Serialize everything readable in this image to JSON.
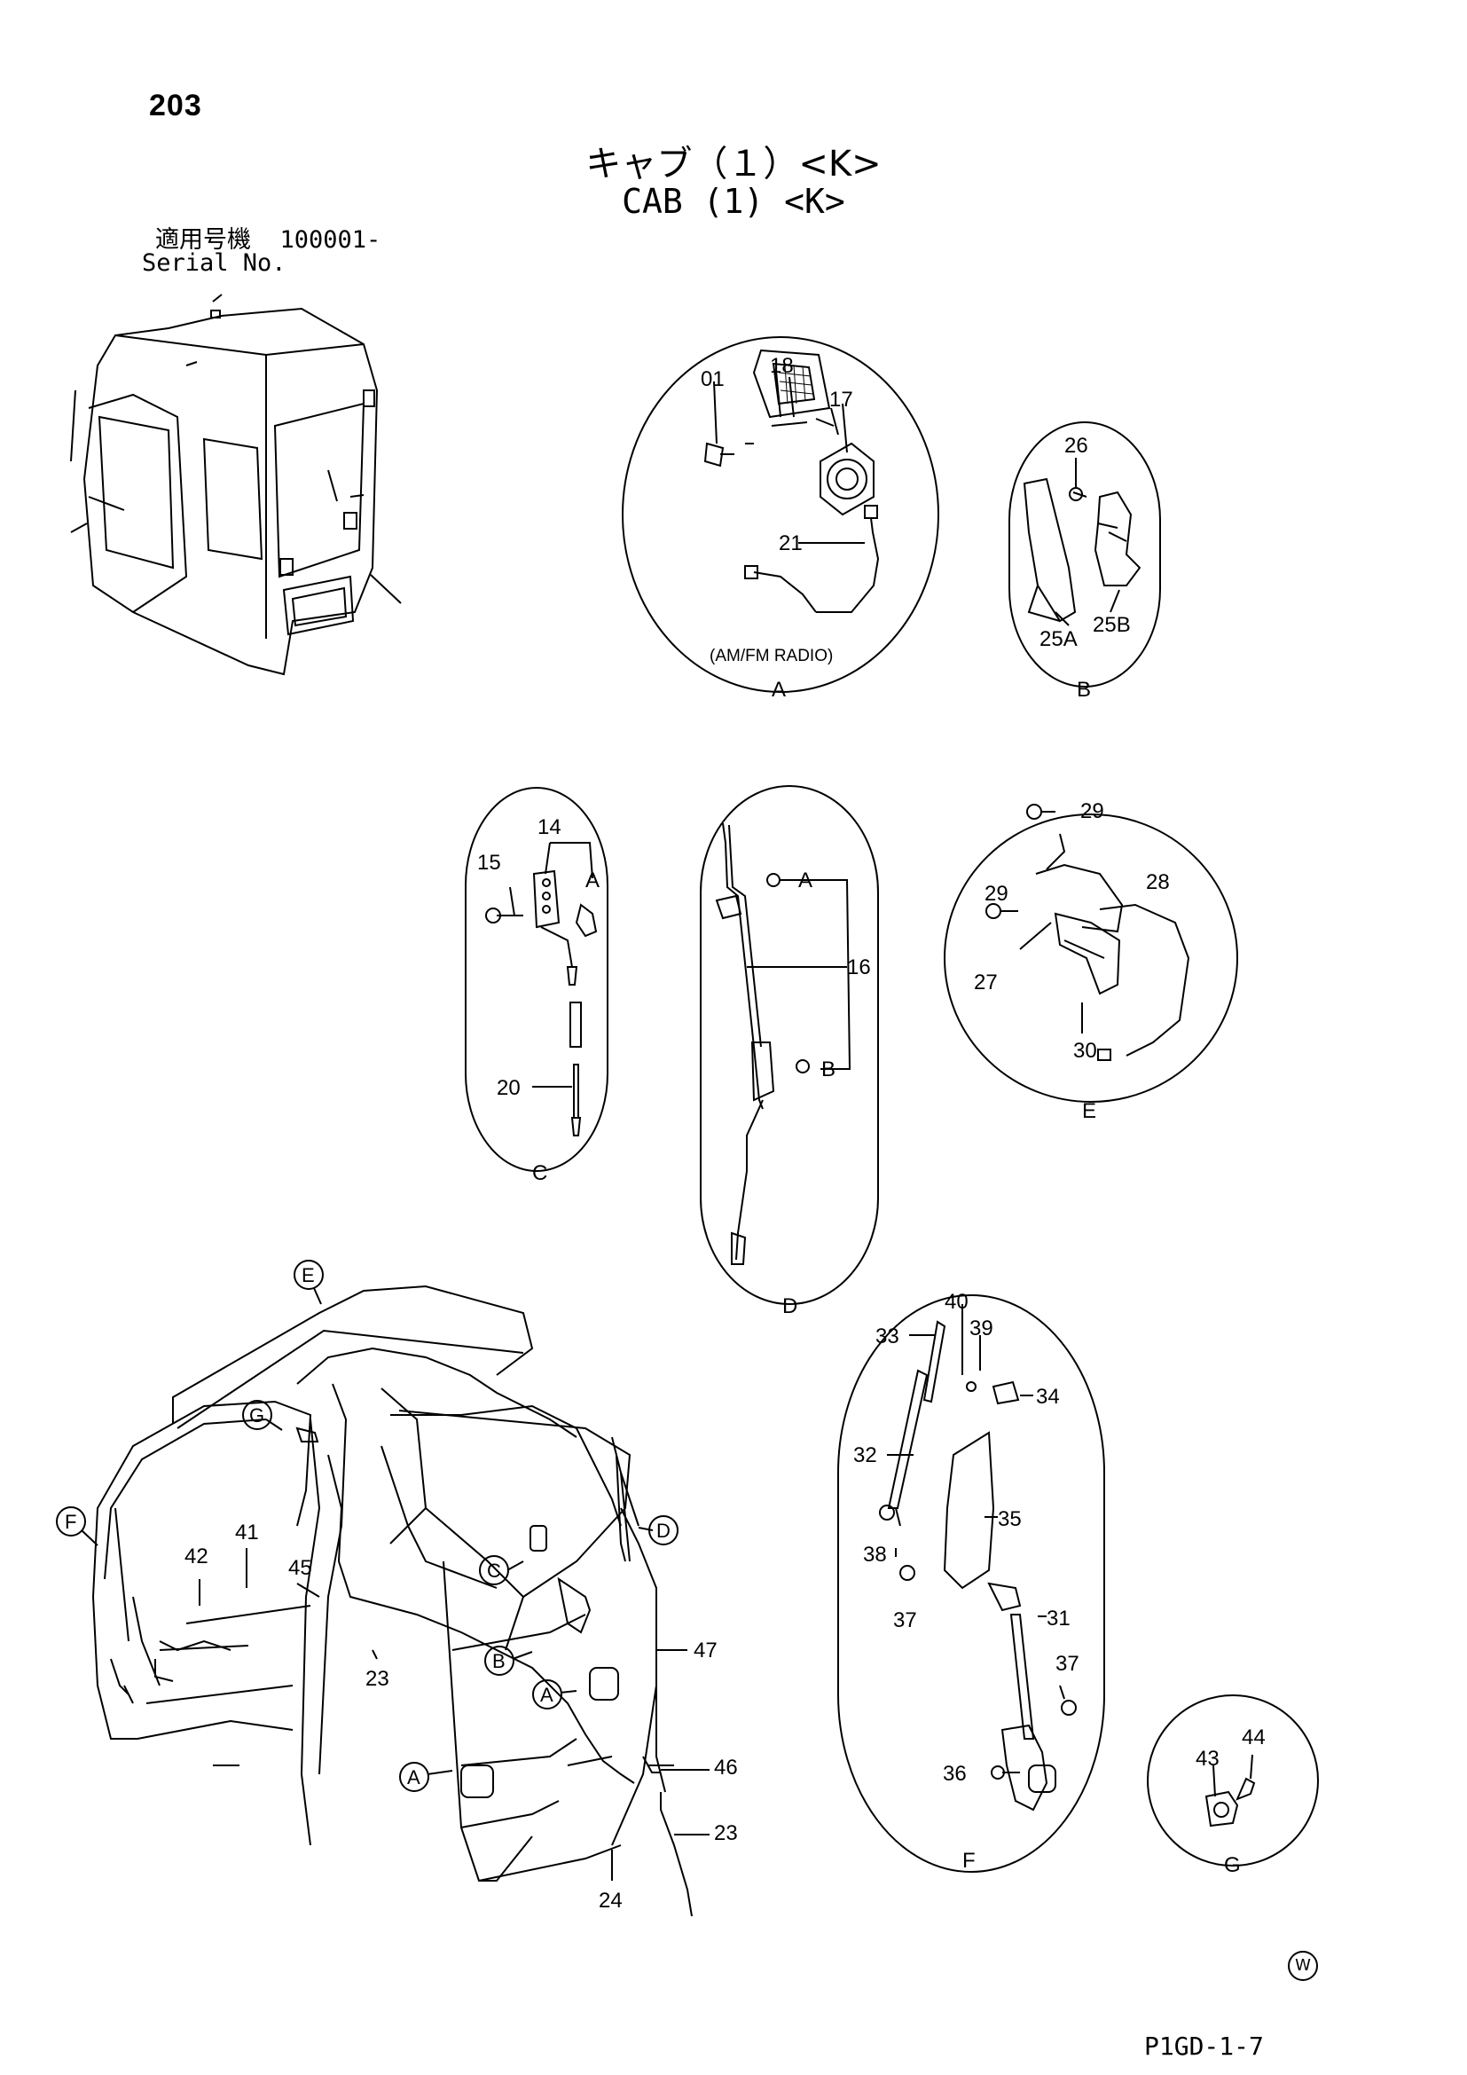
{
  "page_number": "203",
  "title_jp": "キャブ（１）<K>",
  "title_en": "CAB (1) <K>",
  "serial": {
    "label_jp": "適用号機",
    "number": "100001-",
    "label_en": "Serial No."
  },
  "footer_code": "P1GD-1-7",
  "watermark": "W",
  "detail_A": {
    "caption": "(AM/FM RADIO)",
    "letter": "A",
    "parts": [
      "01",
      "18",
      "17",
      "21"
    ]
  },
  "detail_B": {
    "letter": "B",
    "parts": [
      "26",
      "25A",
      "25B"
    ]
  },
  "detail_C": {
    "letter": "C",
    "parts": [
      "14",
      "15",
      "A",
      "20"
    ]
  },
  "detail_D": {
    "letter": "D",
    "parts": [
      "A",
      "16",
      "B"
    ]
  },
  "detail_E": {
    "letter": "E",
    "parts": [
      "29",
      "29",
      "28",
      "27",
      "30"
    ]
  },
  "detail_F": {
    "letter": "F",
    "parts": [
      "40",
      "33",
      "39",
      "34",
      "32",
      "35",
      "38",
      "37",
      "31",
      "37",
      "36"
    ]
  },
  "detail_G": {
    "letter": "G",
    "parts": [
      "43",
      "44"
    ]
  },
  "main_view": {
    "callouts": [
      "E",
      "G",
      "F",
      "D",
      "C",
      "B",
      "A",
      "A"
    ],
    "parts": [
      "42",
      "41",
      "45",
      "23",
      "47",
      "46",
      "23",
      "24"
    ]
  }
}
